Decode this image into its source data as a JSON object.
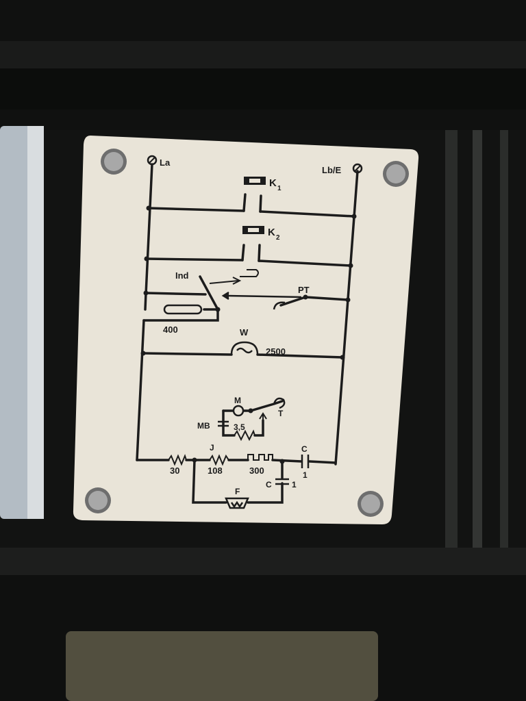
{
  "scene": {
    "description_colors": {
      "background": "#121312",
      "plate": "#e9e4d8",
      "ink": "#1c1c1c",
      "screw": "#8d8d8d",
      "metal_left": "#b3bcc4"
    }
  },
  "plate": {
    "terminal_left": "La",
    "terminal_right": "Lb/E",
    "k1": "K",
    "k1_sub": "1",
    "k2": "K",
    "k2_sub": "2",
    "ind": "Ind",
    "pt": "PT",
    "r400": "400",
    "w": "W",
    "w_value": "2500",
    "m": "M",
    "t": "T",
    "mb": "MB",
    "r35": "3,5",
    "j": "J",
    "r30": "30",
    "r108": "108",
    "r300": "300",
    "c_top": "C",
    "c_top_val": "1",
    "c_bottom": "C",
    "c_bottom_val": "1",
    "f": "F"
  }
}
